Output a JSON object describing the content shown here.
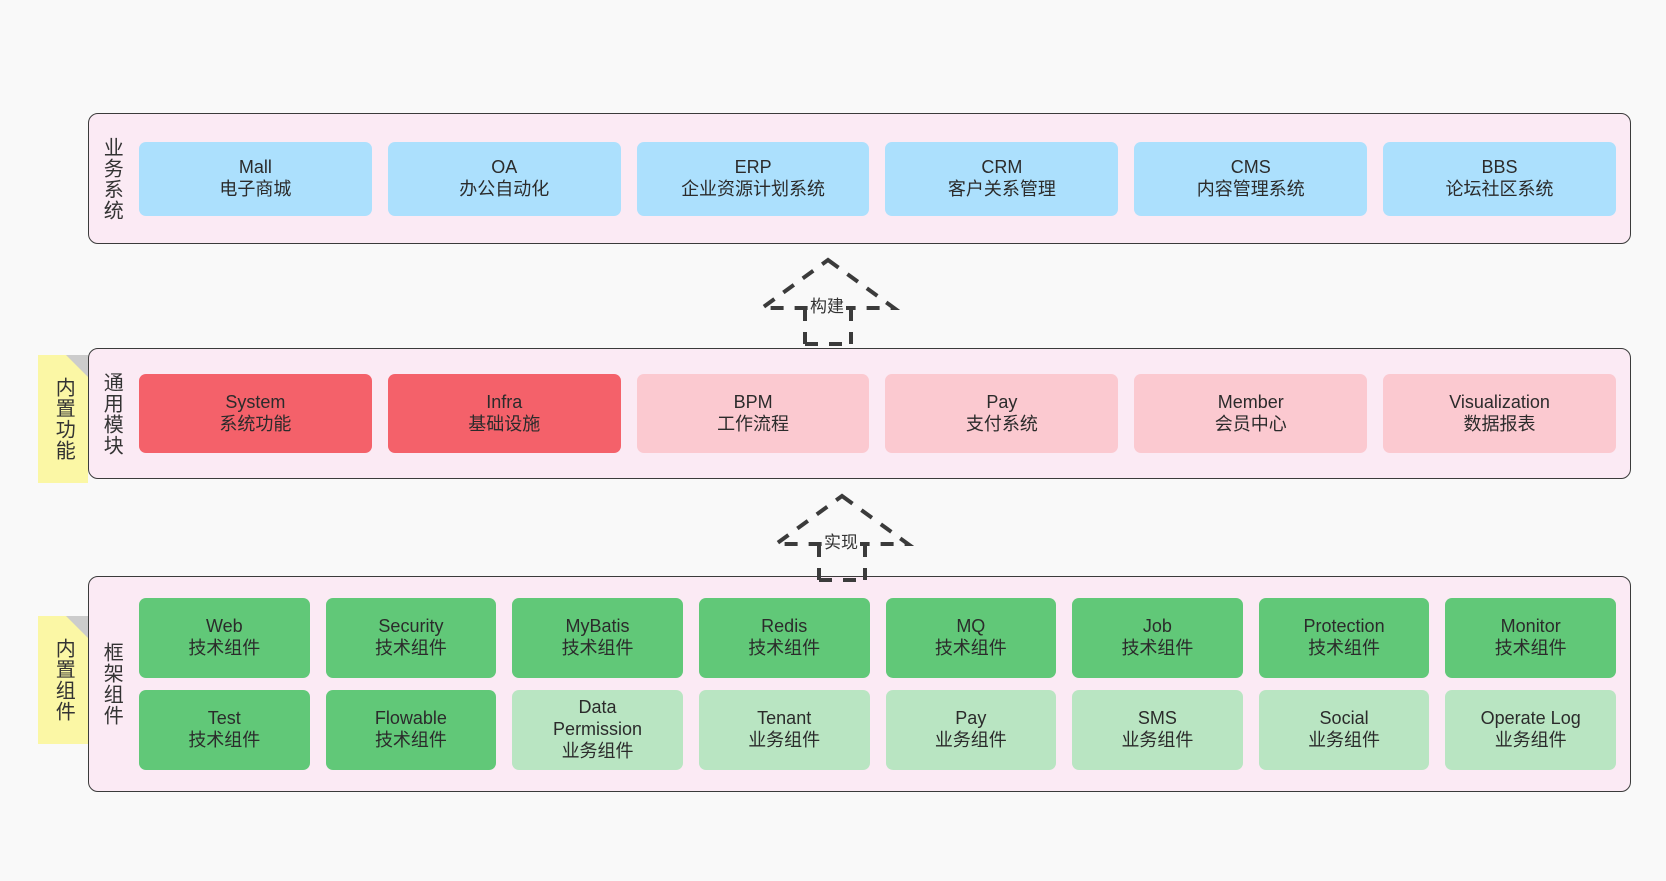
{
  "diagram": {
    "title": "",
    "background": "#f9f9f9",
    "colors": {
      "layer_bg": "#fbeaf4",
      "layer_border": "#3b3b3b",
      "business_card": "#ace0fd",
      "module_core_card": "#f4616a",
      "module_card": "#fbc9d0",
      "tech_card": "#61c878",
      "biz_component_card": "#b9e5c2",
      "note_bg": "#fbf7a5",
      "note_fold": "#cccccc",
      "arrow": "#3b3b3b"
    }
  },
  "layers": [
    {
      "id": "business",
      "title": "业务系统",
      "rows": [
        {
          "cards": [
            {
              "name": "Mall",
              "desc": "电子商城"
            },
            {
              "name": "OA",
              "desc": "办公自动化"
            },
            {
              "name": "ERP",
              "desc": "企业资源计划系统"
            },
            {
              "name": "CRM",
              "desc": "客户关系管理"
            },
            {
              "name": "CMS",
              "desc": "内容管理系统"
            },
            {
              "name": "BBS",
              "desc": "论坛社区系统"
            }
          ]
        }
      ]
    },
    {
      "id": "modules",
      "title": "通用模块",
      "note": "内置功能",
      "rows": [
        {
          "cards": [
            {
              "name": "System",
              "desc": "系统功能"
            },
            {
              "name": "Infra",
              "desc": "基础设施"
            },
            {
              "name": "BPM",
              "desc": "工作流程"
            },
            {
              "name": "Pay",
              "desc": "支付系统"
            },
            {
              "name": "Member",
              "desc": "会员中心"
            },
            {
              "name": "Visualization",
              "desc": "数据报表"
            }
          ]
        }
      ]
    },
    {
      "id": "framework",
      "title": "框架组件",
      "note": "内置组件",
      "rows": [
        {
          "cards": [
            {
              "name": "Web",
              "desc": "技术组件"
            },
            {
              "name": "Security",
              "desc": "技术组件"
            },
            {
              "name": "MyBatis",
              "desc": "技术组件"
            },
            {
              "name": "Redis",
              "desc": "技术组件"
            },
            {
              "name": "MQ",
              "desc": "技术组件"
            },
            {
              "name": "Job",
              "desc": "技术组件"
            },
            {
              "name": "Protection",
              "desc": "技术组件"
            },
            {
              "name": "Monitor",
              "desc": "技术组件"
            }
          ]
        },
        {
          "cards": [
            {
              "name": "Test",
              "desc": "技术组件"
            },
            {
              "name": "Flowable",
              "desc": "技术组件"
            },
            {
              "name": "Data Permission",
              "desc": "业务组件"
            },
            {
              "name": "Tenant",
              "desc": "业务组件"
            },
            {
              "name": "Pay",
              "desc": "业务组件"
            },
            {
              "name": "SMS",
              "desc": "业务组件"
            },
            {
              "name": "Social",
              "desc": "业务组件"
            },
            {
              "name": "Operate Log",
              "desc": "业务组件"
            }
          ]
        }
      ]
    }
  ],
  "arrows": [
    {
      "id": "build",
      "label": "构建"
    },
    {
      "id": "implement",
      "label": "实现"
    }
  ]
}
